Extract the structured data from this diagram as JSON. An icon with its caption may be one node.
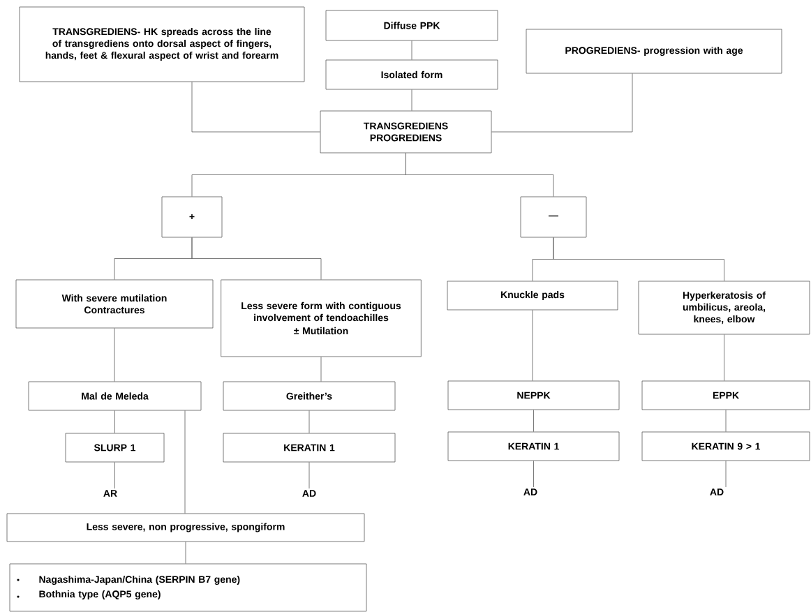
{
  "diagram": {
    "nodes": [
      {
        "text": [
          "TRANSGREDIENS- HK spreads across the line of transgrediens onto dorsal aspect of fingers, hands, feet & flexural aspect of wrist and forearm"
        ]
      },
      {
        "text": [
          "Diffuse PPK"
        ]
      },
      {
        "text": [
          "Isolated form"
        ]
      },
      {
        "text": [
          "PROGREDIENS- progression with age"
        ]
      },
      {
        "text": [
          "TRANSGREDIENS PROGREDIENS"
        ]
      },
      {
        "text": [
          "+"
        ]
      },
      {
        "text": [
          "—"
        ]
      },
      {
        "text": [
          "With severe mutilation Contractures"
        ]
      },
      {
        "text": [
          "Less severe form with contiguous involvement of tendoachilles",
          "± Mutilation"
        ]
      },
      {
        "text": [
          "Knuckle pads"
        ]
      },
      {
        "text": [
          "Hyperkeratosis of umbilicus, areola, knees, elbow"
        ]
      },
      {
        "text": [
          "Mal de Meleda"
        ]
      },
      {
        "text": [
          "Greither’s"
        ]
      },
      {
        "text": [
          "NEPPK"
        ]
      },
      {
        "text": [
          "EPPK"
        ]
      },
      {
        "text": [
          "SLURP 1"
        ]
      },
      {
        "text": [
          "KERATIN 1"
        ]
      },
      {
        "text": [
          "KERATIN 1"
        ]
      },
      {
        "text": [
          "KERATIN 9 > 1"
        ]
      },
      {
        "text": [
          "AR"
        ]
      },
      {
        "text": [
          "AD"
        ]
      },
      {
        "text": [
          "AD"
        ]
      },
      {
        "text": [
          "AD"
        ]
      },
      {
        "text": [
          "Less severe, non progressive,  spongiform"
        ]
      },
      {
        "text": [
          "Nagashima-Japan/China (SERPIN B7 gene)",
          "Bothnia type (AQP5 gene)"
        ]
      }
    ],
    "edges": [
      {
        "from": 1,
        "to": 2,
        "arrow": "none"
      },
      {
        "from": 2,
        "to": 4,
        "arrow": "none"
      },
      {
        "from": 0,
        "to": 4,
        "arrow": "none"
      },
      {
        "from": 3,
        "to": 4,
        "arrow": "none"
      },
      {
        "from": 4,
        "to": 5,
        "arrow": "none"
      },
      {
        "from": 4,
        "to": 6,
        "arrow": "none"
      },
      {
        "from": 5,
        "to": 7,
        "arrow": "none"
      },
      {
        "from": 5,
        "to": 8,
        "arrow": "none"
      },
      {
        "from": 6,
        "to": 9,
        "arrow": "none"
      },
      {
        "from": 6,
        "to": 10,
        "arrow": "none"
      },
      {
        "from": 7,
        "to": 11,
        "arrow": "none"
      },
      {
        "from": 8,
        "to": 12,
        "arrow": "none"
      },
      {
        "from": 9,
        "to": 13,
        "arrow": "none"
      },
      {
        "from": 10,
        "to": 14,
        "arrow": "none"
      },
      {
        "from": 11,
        "to": 15,
        "arrow": "none"
      },
      {
        "from": 12,
        "to": 16,
        "arrow": "none"
      },
      {
        "from": 13,
        "to": 17,
        "arrow": "none"
      },
      {
        "from": 14,
        "to": 18,
        "arrow": "none"
      },
      {
        "from": 15,
        "to": 19,
        "arrow": "none"
      },
      {
        "from": 16,
        "to": 20,
        "arrow": "none"
      },
      {
        "from": 17,
        "to": 21,
        "arrow": "none"
      },
      {
        "from": 18,
        "to": 22,
        "arrow": "none"
      },
      {
        "from": 11,
        "to": 23,
        "arrow": "none"
      },
      {
        "from": 23,
        "to": 24,
        "arrow": "none"
      }
    ]
  }
}
